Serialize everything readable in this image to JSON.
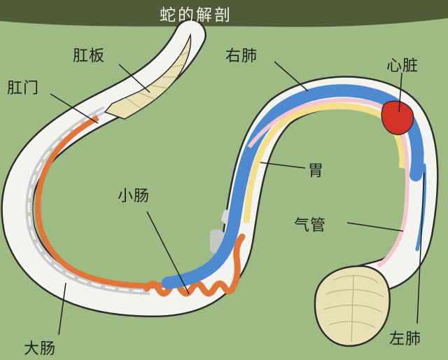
{
  "title": "蛇的解剖",
  "labels": {
    "cloaca_scale": "肛板",
    "anus": "肛门",
    "right_lung": "右肺",
    "heart": "心脏",
    "stomach": "胃",
    "small_intestine": "小肠",
    "trachea": "气管",
    "large_intestine": "大肠",
    "left_lung": "左肺"
  },
  "colors": {
    "background": "#9dbb83",
    "ground": "#4f5b39",
    "body_outline": "#2c2c2c",
    "body_fill": "#f3f3f0",
    "lung": "#4d8ad0",
    "intestine": "#e0763a",
    "heart": "#d33226",
    "stomach": "#f4e08a",
    "trachea": "#f3c7cf",
    "scales": "#eae0b6"
  }
}
